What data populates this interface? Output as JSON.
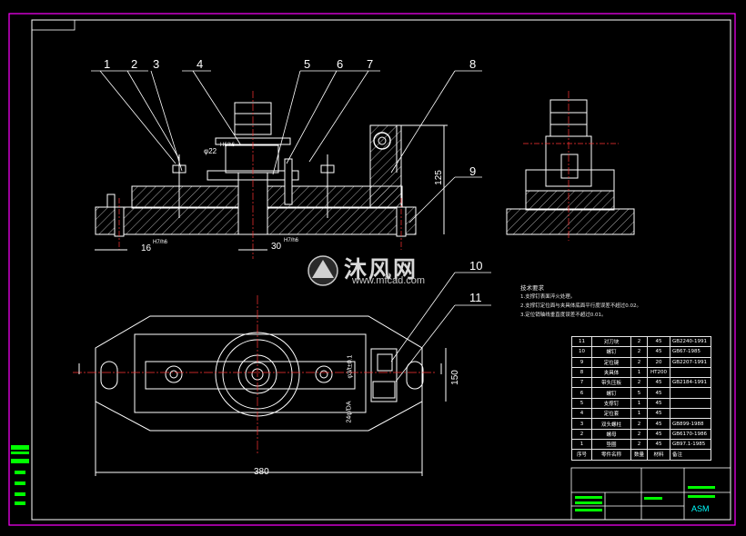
{
  "watermark": {
    "title": "沐风网",
    "url": "www.mfcad.com"
  },
  "balloons": [
    "1",
    "2",
    "3",
    "4",
    "5",
    "6",
    "7",
    "8",
    "9",
    "10",
    "11"
  ],
  "dimensions": {
    "d1": "16",
    "d1_fit": "H7/h6",
    "d2": "30",
    "d2_fit": "H7/h6",
    "d3": "125",
    "d4": "φ22",
    "d4_fit": "H6/h6",
    "d5": "380",
    "d6": "150",
    "d7": "24φ/DA",
    "d8": "φ3/t±0.1"
  },
  "notes": {
    "heading": "技术要求",
    "items": [
      "1.支撑钉表面淬火处理。",
      "2.支撑钉定位面与夹具体底面平行度误差不超过0.02。",
      "3.定位销轴线垂直度误差不超过0.01。"
    ]
  },
  "bom": [
    {
      "no": "11",
      "name": "对刀块",
      "qty": "2",
      "mat": "45",
      "std": "GB2240-1991"
    },
    {
      "no": "10",
      "name": "螺钉",
      "qty": "2",
      "mat": "45",
      "std": "GB67-1985"
    },
    {
      "no": "9",
      "name": "定位键",
      "qty": "2",
      "mat": "20",
      "std": "GB2207-1991"
    },
    {
      "no": "8",
      "name": "夹具体",
      "qty": "1",
      "mat": "HT200",
      "std": ""
    },
    {
      "no": "7",
      "name": "带头压板",
      "qty": "2",
      "mat": "45",
      "std": "GB2184-1991"
    },
    {
      "no": "6",
      "name": "螺钉",
      "qty": "5",
      "mat": "45",
      "std": ""
    },
    {
      "no": "5",
      "name": "支撑钉",
      "qty": "1",
      "mat": "45",
      "std": ""
    },
    {
      "no": "4",
      "name": "定位套",
      "qty": "1",
      "mat": "45",
      "std": ""
    },
    {
      "no": "3",
      "name": "双头螺柱",
      "qty": "2",
      "mat": "45",
      "std": "GB899-1988"
    },
    {
      "no": "2",
      "name": "螺母",
      "qty": "2",
      "mat": "45",
      "std": "GB6170-1986"
    },
    {
      "no": "1",
      "name": "垫圈",
      "qty": "2",
      "mat": "45",
      "std": "GB97.1-1985"
    }
  ],
  "bom_header": {
    "no": "序号",
    "name": "零件名称",
    "qty": "数量",
    "mat": "材料",
    "std": "备注"
  },
  "title_block": {
    "drawing_code": "ASM"
  },
  "colors": {
    "border": "#ff00ff",
    "frame": "#ffffff",
    "hatch": "#ffffff",
    "centerline": "#ff3333",
    "green": "#00ff00",
    "cyan": "#00ffff"
  }
}
